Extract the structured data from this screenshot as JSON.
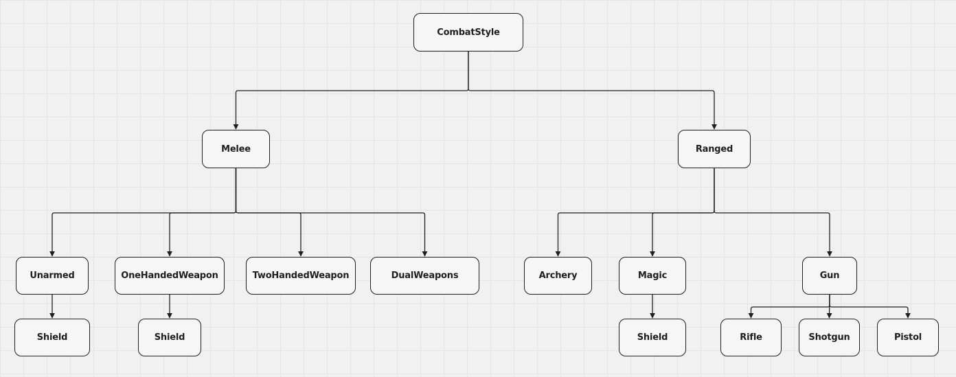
{
  "diagram": {
    "nodes": {
      "root": "CombatStyle",
      "melee": "Melee",
      "ranged": "Ranged",
      "unarmed": "Unarmed",
      "one_handed": "OneHandedWeapon",
      "two_handed": "TwoHandedWeapon",
      "dual": "DualWeapons",
      "archery": "Archery",
      "magic": "Magic",
      "gun": "Gun",
      "unarmed_shield": "Shield",
      "one_handed_shield": "Shield",
      "magic_shield": "Shield",
      "rifle": "Rifle",
      "shotgun": "Shotgun",
      "pistol": "Pistol"
    },
    "edges": [
      [
        "root",
        "melee"
      ],
      [
        "root",
        "ranged"
      ],
      [
        "melee",
        "unarmed"
      ],
      [
        "melee",
        "one_handed"
      ],
      [
        "melee",
        "two_handed"
      ],
      [
        "melee",
        "dual"
      ],
      [
        "ranged",
        "archery"
      ],
      [
        "ranged",
        "magic"
      ],
      [
        "ranged",
        "gun"
      ],
      [
        "unarmed",
        "unarmed_shield"
      ],
      [
        "one_handed",
        "one_handed_shield"
      ],
      [
        "magic",
        "magic_shield"
      ],
      [
        "gun",
        "rifle"
      ],
      [
        "gun",
        "shotgun"
      ],
      [
        "gun",
        "pistol"
      ]
    ],
    "colors": {
      "line": "#1e1e1e",
      "node_border": "#1e1e1e",
      "node_fill": "#f6f6f6",
      "background": "#f1f1f1",
      "grid": "#e4e4e4"
    }
  }
}
